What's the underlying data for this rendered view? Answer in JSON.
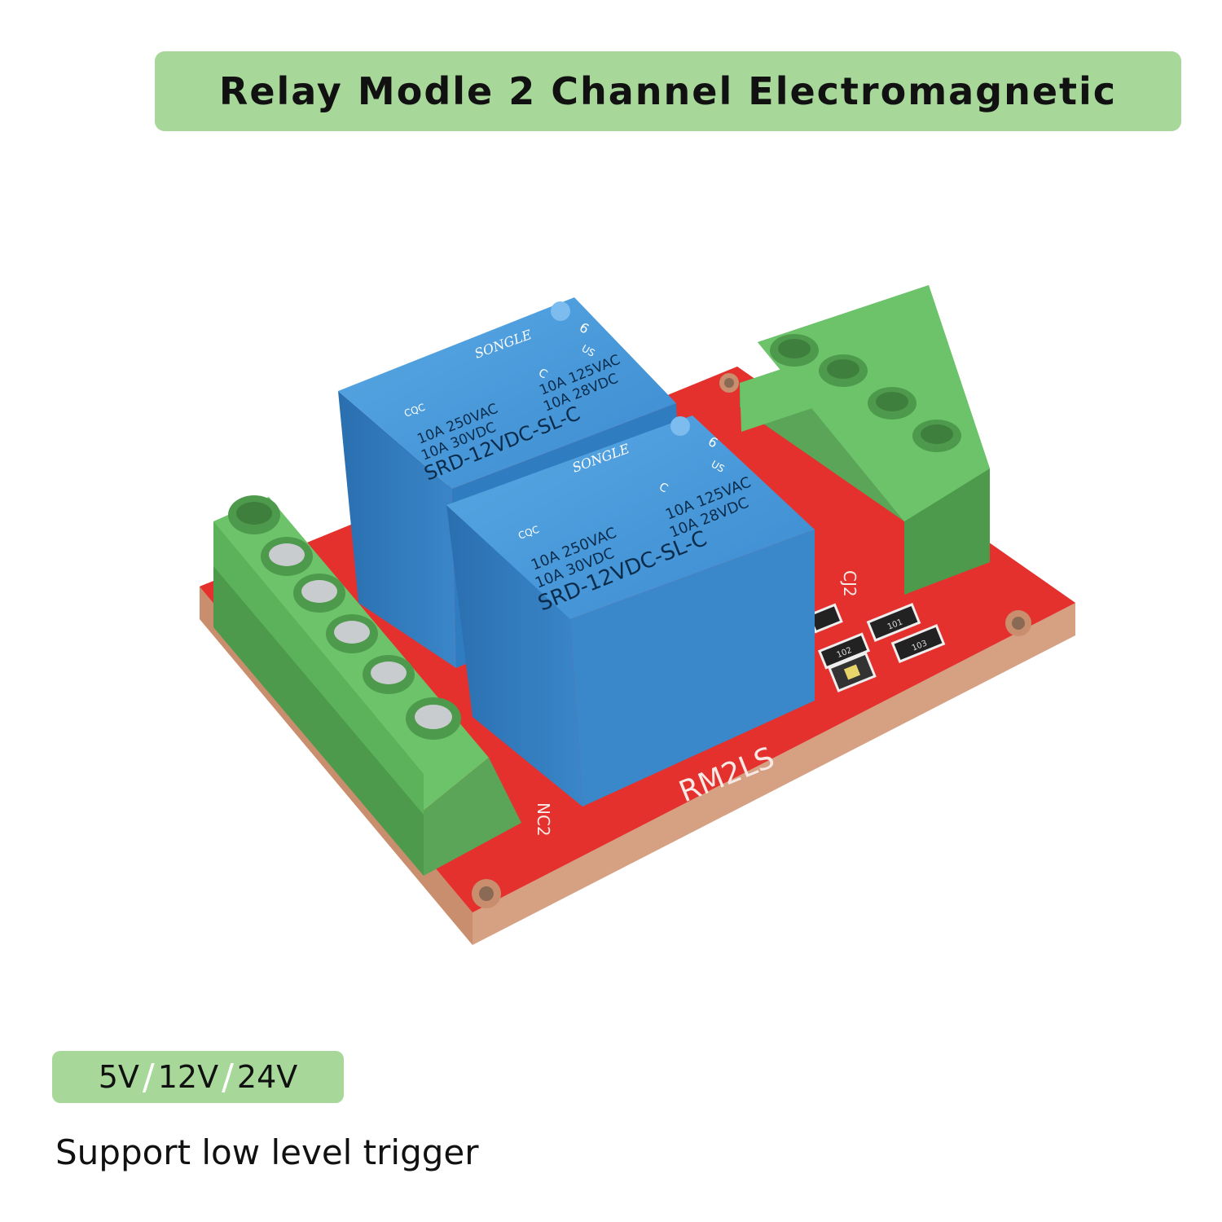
{
  "title": "Relay Modle 2 Channel Electromagnetic",
  "voltages": [
    "5V",
    "12V",
    "24V"
  ],
  "subtitle": "Support low level trigger",
  "board": {
    "silkscreen_model": "RM2LS",
    "label_nc2": "NC2",
    "label_cj2": "CJ2"
  },
  "relays": [
    {
      "brand": "SONGLE",
      "spec_ac": "10A 250VAC",
      "spec_ac2": "10A 125VAC",
      "spec_dc": "10A 30VDC",
      "spec_dc2": "10A 28VDC",
      "model": "SRD-12VDC-SL-C",
      "cert": "CQC",
      "pin_count": "6",
      "region": "US",
      "c_mark": "C"
    },
    {
      "brand": "SONGLE",
      "spec_ac": "10A 250VAC",
      "spec_ac2": "10A 125VAC",
      "spec_dc": "10A 30VDC",
      "spec_dc2": "10A 28VDC",
      "model": "SRD-12VDC-SL-C",
      "cert": "CQC",
      "pin_count": "6",
      "region": "US",
      "c_mark": "C"
    }
  ],
  "smd_labels": [
    "101",
    "103",
    "102"
  ],
  "colors": {
    "banner": "#a7d89a",
    "pcb": "#e4312e",
    "relay": "#3b8fd1",
    "terminal": "#6cc36a"
  }
}
